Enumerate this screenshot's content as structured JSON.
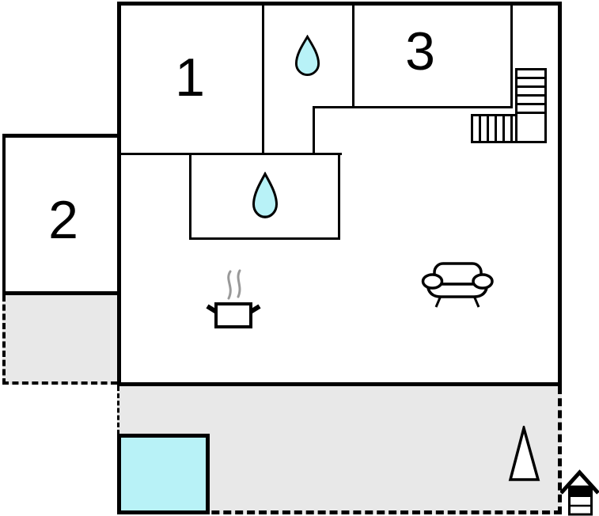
{
  "plan": {
    "type": "holiday-home floor plan",
    "rooms": {
      "room1": {
        "label": "1"
      },
      "room2": {
        "label": "2"
      },
      "room3": {
        "label": "3"
      }
    },
    "icons": {
      "water_drop": "teardrop symbol marking bathrooms (2 instances)",
      "stairs": "L-shaped staircase with landing, top-right",
      "cooking_pot": "pot with steam marking kitchen area",
      "sofa": "couch symbol marking living area",
      "pool": "cyan square on terrace",
      "tree": "triangle tree symbol on terrace",
      "house_marker": "small striped house symbol, bottom-right"
    },
    "areas": {
      "terrace": "gray dashed outdoor terrace along bottom",
      "patio_upper": "gray dashed patio below room 2"
    },
    "colors": {
      "wall": "#000000",
      "room_fill": "#ffffff",
      "outdoor_gray": "#e8e8e8",
      "water_cyan": "#b8f2f7",
      "steam_gray": "#999999"
    }
  }
}
